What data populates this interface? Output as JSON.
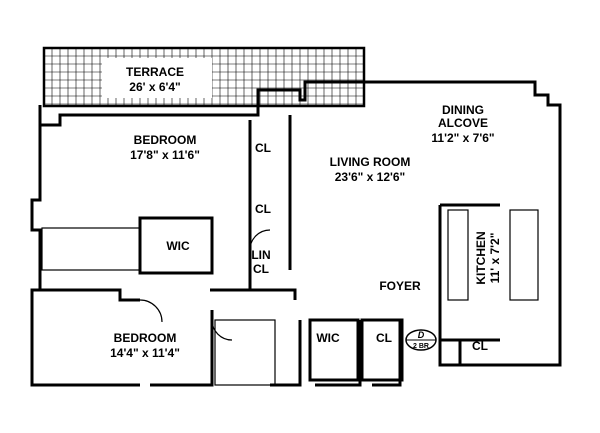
{
  "rooms": {
    "terrace": {
      "name": "TERRACE",
      "dims": "26' x 6'4\""
    },
    "bedroom1": {
      "name": "BEDROOM",
      "dims": "17'8\" x 11'6\""
    },
    "living": {
      "name": "LIVING ROOM",
      "dims": "23'6\" x 12'6\""
    },
    "dining": {
      "name_line1": "DINING",
      "name_line2": "ALCOVE",
      "dims": "11'2\" x 7'6\""
    },
    "bedroom2": {
      "name": "BEDROOM",
      "dims": "14'4\" x 11'4\""
    },
    "kitchen": {
      "name": "KITCHEN",
      "dims": "11' x 7'2\""
    },
    "foyer": {
      "name": "FOYER"
    }
  },
  "closets": {
    "cl1": "CL",
    "cl2": "CL",
    "lin": "LIN",
    "cl3": "CL",
    "wic1": "WIC",
    "wic2": "WIC",
    "cl4": "CL",
    "cl5": "CL"
  },
  "unit_tag": {
    "letter": "D",
    "type": "2 BR"
  }
}
